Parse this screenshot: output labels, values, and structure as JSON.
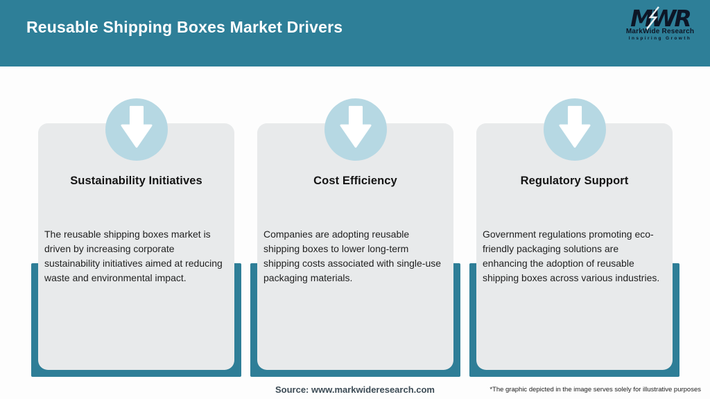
{
  "header": {
    "title": "Reusable Shipping Boxes Market Drivers"
  },
  "logo": {
    "monogram": "MWR",
    "name": "MarkWide Research",
    "tagline": "Inspiring Growth"
  },
  "cards": [
    {
      "title": "Sustainability Initiatives",
      "body": "The reusable shipping boxes market is\ndriven by increasing corporate\nsustainability initiatives aimed at reducing\nwaste and environmental impact."
    },
    {
      "title": "Cost Efficiency",
      "body": "Companies are adopting reusable\nshipping boxes to lower long-term\nshipping costs associated with single-use\npackaging materials."
    },
    {
      "title": "Regulatory Support",
      "body": "Government regulations promoting eco-\nfriendly packaging solutions are\nenhancing the adoption of reusable\nshipping boxes across various industries."
    }
  ],
  "footer": {
    "source": "Source: www.markwideresearch.com",
    "disclaimer": "*The graphic depicted in the image serves solely for illustrative purposes"
  },
  "icons": {
    "card_icon": "arrow-down-icon",
    "logo_icon": "mwr-monogram-icon"
  },
  "colors": {
    "header_teal": "#2e7f98",
    "accent_band_teal": "#2e7e97",
    "circle_blue": "#b6d8e3",
    "card_gray": "#e8eaeb",
    "logo_navy": "#0d1626",
    "title_white": "#ffffff",
    "source_text": "#3c4b55",
    "body_text": "#212121"
  }
}
